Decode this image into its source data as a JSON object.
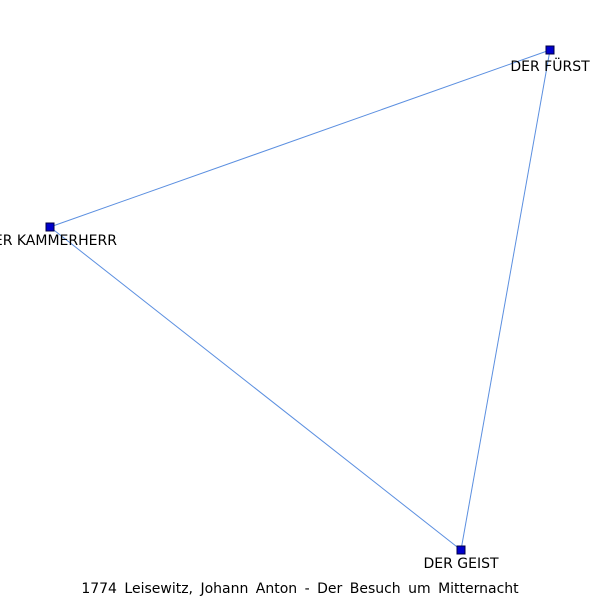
{
  "caption": "1774  Leisewitz,  Johann  Anton  -  Der  Besuch  um  Mitternacht",
  "colors": {
    "edge": "#5b8fe0",
    "node_fill": "#0000cc",
    "node_stroke": "#000044"
  },
  "nodes": [
    {
      "id": "fuerst",
      "label": "DER FÜRST"
    },
    {
      "id": "kammerherr",
      "label": "DER KAMMERHERR"
    },
    {
      "id": "geist",
      "label": "DER GEIST"
    }
  ],
  "edges": [
    {
      "source": "kammerherr",
      "target": "fuerst"
    },
    {
      "source": "fuerst",
      "target": "geist"
    },
    {
      "source": "kammerherr",
      "target": "geist"
    }
  ]
}
